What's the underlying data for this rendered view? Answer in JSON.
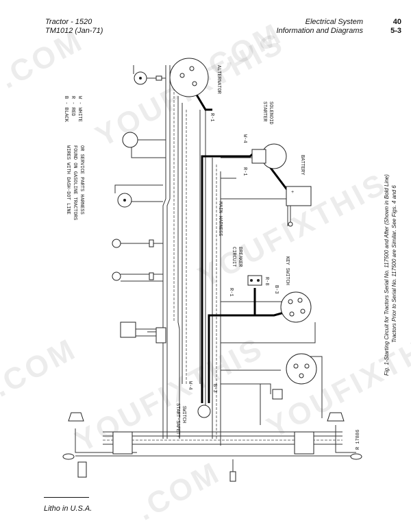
{
  "header": {
    "left_line1": "Tractor - 1520",
    "left_line2": "TM1012   (Jan-71)",
    "right_line1": "Electrical System",
    "right_line2": "Information and Diagrams",
    "page_num1": "40",
    "page_num2": "5-3"
  },
  "footer": {
    "text": "Litho in U.S.A."
  },
  "legend": {
    "b": "B - BLACK",
    "r": "R - RED",
    "w": "W - WHITE"
  },
  "note": {
    "line1": "WIRES WITH DASH-DOT LINE",
    "line2": "FOUND ON GASOLINE TRACTORS",
    "line3": "OR SERVICE PARTS HARNESS"
  },
  "labels": {
    "alternator": "ALTERNATOR",
    "starter_solenoid_1": "STARTER",
    "starter_solenoid_2": "SOLENOID",
    "battery": "BATTERY",
    "main_harness": "MAIN HARNESS",
    "circuit_breaker_1": "CIRCUIT",
    "circuit_breaker_2": "BREAKER",
    "key_switch": "KEY SWITCH",
    "start_safety_1": "START-SAFETY",
    "start_safety_2": "SWITCH",
    "r1_a": "R-1",
    "r1_b": "R-1",
    "r1_c": "R-1",
    "w4_a": "W-4",
    "w4_b": "W-4",
    "r8": "R-8",
    "b3_a": "B-3",
    "b3_b": "B-3",
    "ref": "R 17886"
  },
  "caption": {
    "line1": "Fig. 1-Starting Circuit for Tractors Serial No. 117500 and After (Shown in Bold Line)",
    "line2": "Tractors Prior to Serial No. 117500 are Similar. See Figs. 4 and 6"
  },
  "watermarks": [
    "YOUFIXTHIS",
    "YOUFIXTHIS",
    "YOUFIXTHIS",
    "YOUFIXTHIS",
    ".COM",
    ".COM",
    ".COM",
    ".COM"
  ]
}
